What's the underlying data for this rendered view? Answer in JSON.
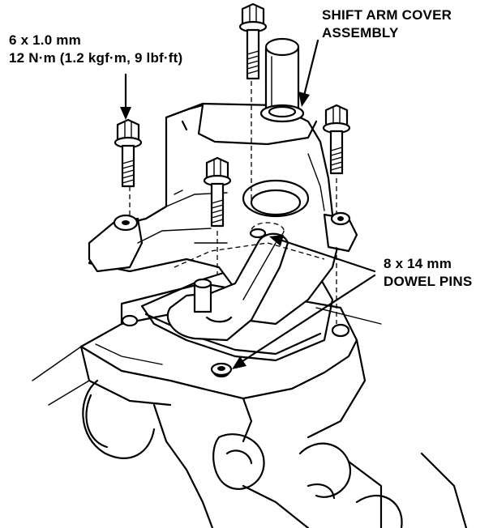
{
  "labels": {
    "bolt_spec_line1": "6 x 1.0 mm",
    "bolt_spec_line2": "12 N·m (1.2 kgf·m, 9 lbf·ft)",
    "cover_line1": "SHIFT ARM COVER",
    "cover_line2": "ASSEMBLY",
    "dowel_line1": "8 x 14 mm",
    "dowel_line2": "DOWEL PINS"
  },
  "colors": {
    "ink": "#000000",
    "paper": "#ffffff"
  }
}
